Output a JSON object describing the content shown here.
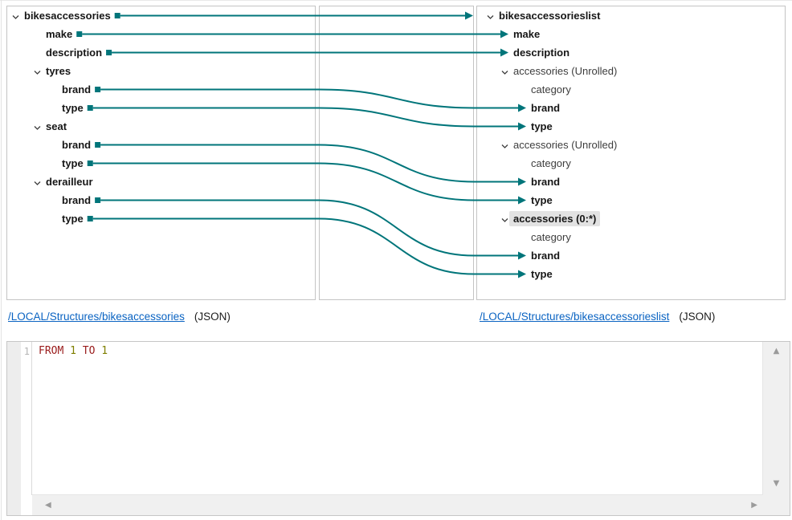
{
  "colors": {
    "accent_teal": "#00757A",
    "panel_border": "#C4C4C4",
    "link_blue": "#0A63C2",
    "highlight_gray": "#E2E2E2",
    "keyword_red": "#9A1C1C",
    "number_olive": "#7F7F00"
  },
  "source_tree": {
    "rows": [
      {
        "label": "bikesaccessories",
        "level": 0,
        "bold": true,
        "chevron": true
      },
      {
        "label": "make",
        "level": 1,
        "bold": true,
        "chevron": false
      },
      {
        "label": "description",
        "level": 1,
        "bold": true,
        "chevron": false
      },
      {
        "label": "tyres",
        "level": 1,
        "bold": true,
        "chevron": true
      },
      {
        "label": "brand",
        "level": 2,
        "bold": true,
        "chevron": false
      },
      {
        "label": "type",
        "level": 2,
        "bold": true,
        "chevron": false
      },
      {
        "label": "seat",
        "level": 1,
        "bold": true,
        "chevron": true
      },
      {
        "label": "brand",
        "level": 2,
        "bold": true,
        "chevron": false
      },
      {
        "label": "type",
        "level": 2,
        "bold": true,
        "chevron": false
      },
      {
        "label": "derailleur",
        "level": 1,
        "bold": true,
        "chevron": true
      },
      {
        "label": "brand",
        "level": 2,
        "bold": true,
        "chevron": false
      },
      {
        "label": "type",
        "level": 2,
        "bold": true,
        "chevron": false
      }
    ]
  },
  "target_tree": {
    "rows": [
      {
        "label": "bikesaccessorieslist",
        "level": 0,
        "bold": true,
        "chevron": true
      },
      {
        "label": "make",
        "level": 1,
        "bold": true,
        "chevron": false
      },
      {
        "label": "description",
        "level": 1,
        "bold": true,
        "chevron": false
      },
      {
        "label": "accessories (Unrolled)",
        "level": 1,
        "bold": false,
        "chevron": true
      },
      {
        "label": "category",
        "level": 2,
        "bold": false,
        "chevron": false
      },
      {
        "label": "brand",
        "level": 2,
        "bold": true,
        "chevron": false
      },
      {
        "label": "type",
        "level": 2,
        "bold": true,
        "chevron": false
      },
      {
        "label": "accessories (Unrolled)",
        "level": 1,
        "bold": false,
        "chevron": true
      },
      {
        "label": "category",
        "level": 2,
        "bold": false,
        "chevron": false
      },
      {
        "label": "brand",
        "level": 2,
        "bold": true,
        "chevron": false
      },
      {
        "label": "type",
        "level": 2,
        "bold": true,
        "chevron": false
      },
      {
        "label": "accessories (0:*)",
        "level": 1,
        "bold": true,
        "chevron": true,
        "highlight": true
      },
      {
        "label": "category",
        "level": 2,
        "bold": false,
        "chevron": false
      },
      {
        "label": "brand",
        "level": 2,
        "bold": true,
        "chevron": false
      },
      {
        "label": "type",
        "level": 2,
        "bold": true,
        "chevron": false
      }
    ]
  },
  "mappings": [
    {
      "from": 0,
      "to": 0,
      "end": "middle"
    },
    {
      "from": 1,
      "to": 1,
      "end": "label"
    },
    {
      "from": 2,
      "to": 2,
      "end": "label"
    },
    {
      "from": 4,
      "to": 5,
      "end": "label"
    },
    {
      "from": 5,
      "to": 6,
      "end": "label"
    },
    {
      "from": 7,
      "to": 9,
      "end": "label"
    },
    {
      "from": 8,
      "to": 10,
      "end": "label"
    },
    {
      "from": 10,
      "to": 13,
      "end": "label"
    },
    {
      "from": 11,
      "to": 14,
      "end": "label"
    }
  ],
  "footer": {
    "source_link": "/LOCAL/Structures/bikesaccessories",
    "source_format": "(JSON)",
    "target_link": "/LOCAL/Structures/bikesaccessorieslist",
    "target_format": "(JSON)"
  },
  "editor": {
    "line_number": "1",
    "tokens": [
      {
        "text": "FROM",
        "type": "keyword"
      },
      {
        "text": "1",
        "type": "number"
      },
      {
        "text": "TO",
        "type": "keyword"
      },
      {
        "text": "1",
        "type": "number"
      }
    ]
  },
  "scrollbar_icons": {
    "up": "▲",
    "down": "▼",
    "left": "◀",
    "right": "▶"
  }
}
